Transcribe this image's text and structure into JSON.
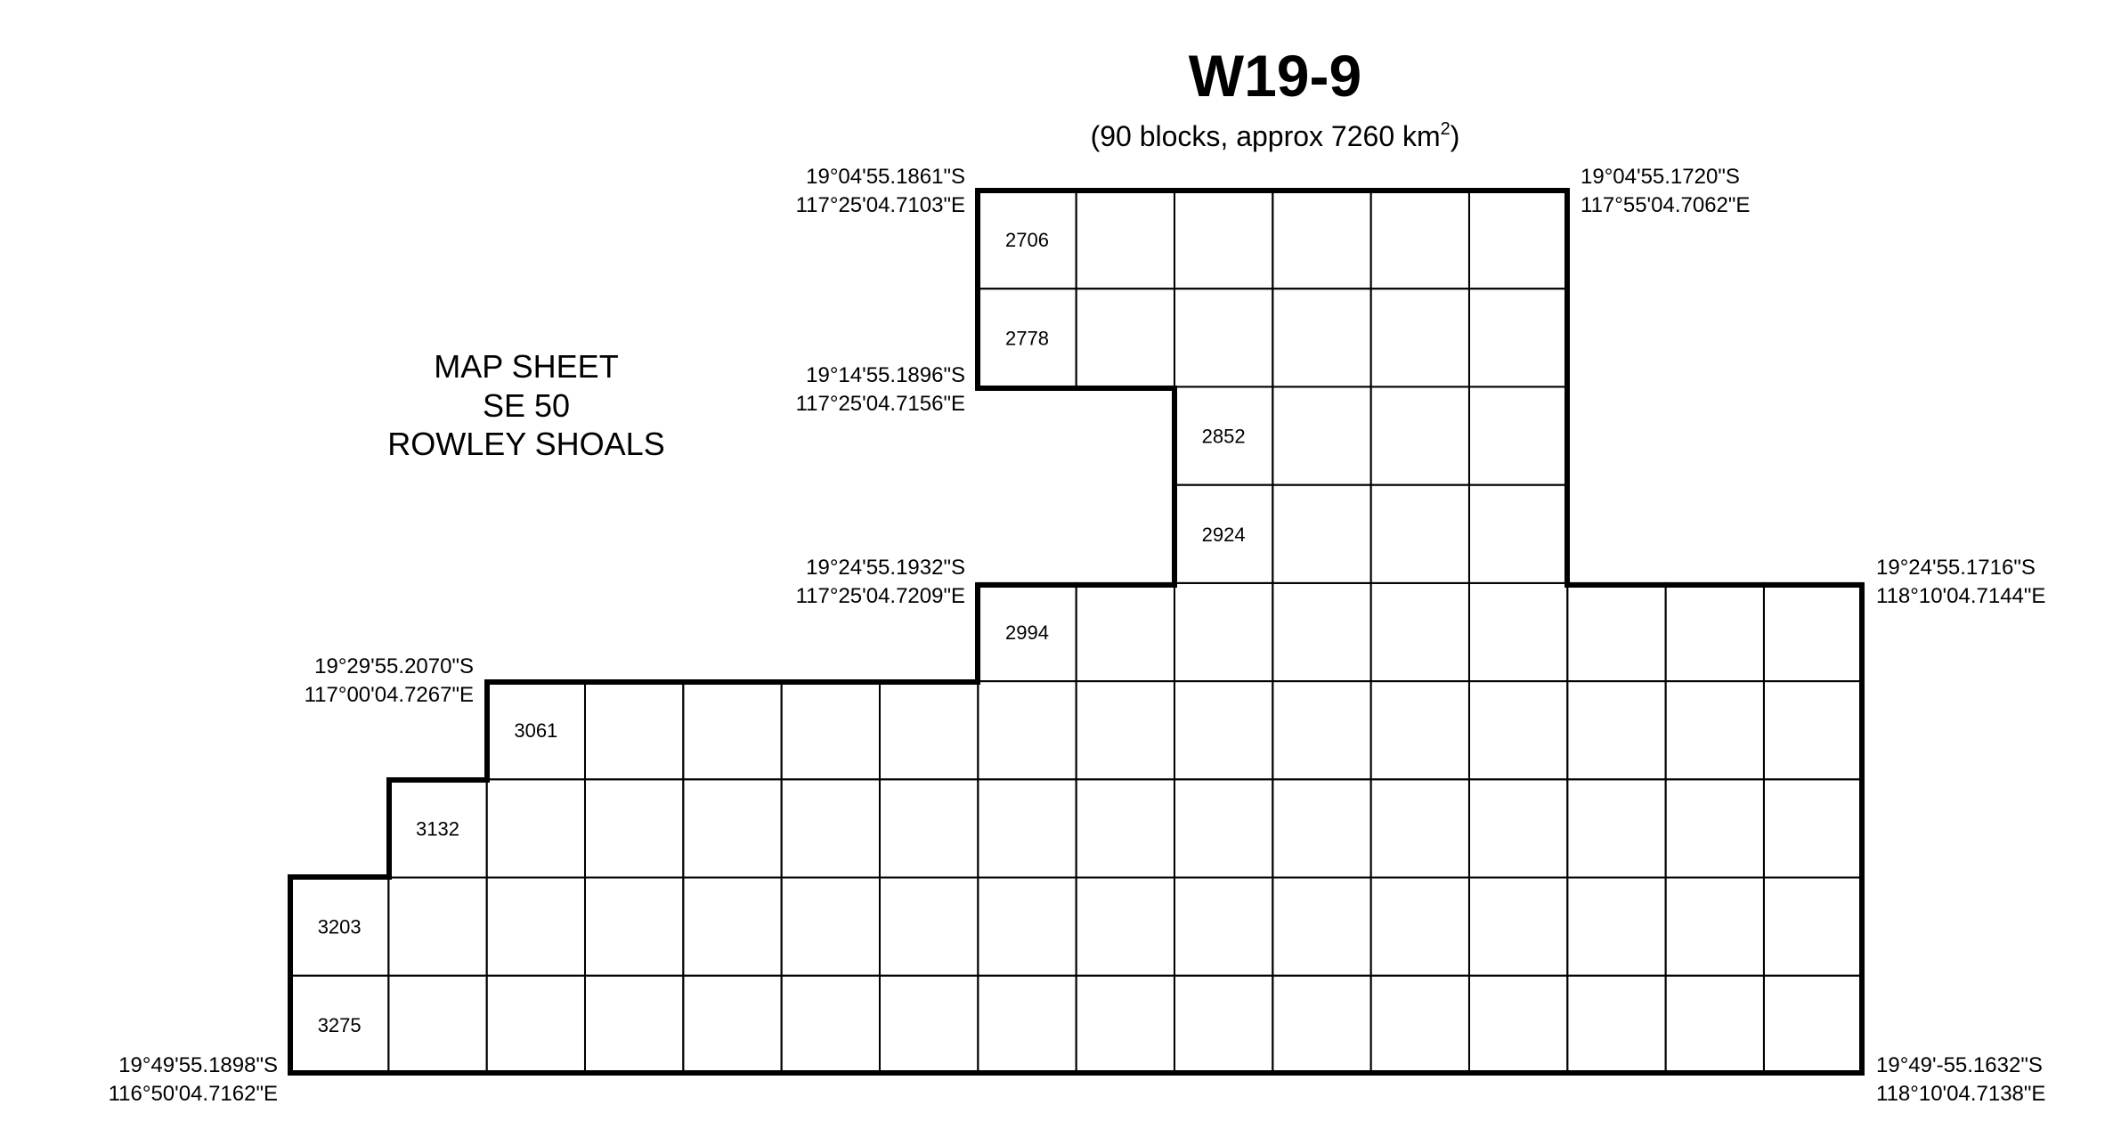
{
  "title": "W19-9",
  "subtitle": {
    "text": "(90 blocks, approx 7260 km",
    "superscript": "2",
    "suffix": ")"
  },
  "map_sheet": {
    "line1": "MAP SHEET",
    "line2": "SE 50",
    "line3": "ROWLEY SHOALS"
  },
  "corners": [
    {
      "id": "nw-top",
      "lat": "19°04'55.1861\"S",
      "lon": "117°25'04.7103\"E"
    },
    {
      "id": "ne-top",
      "lat": "19°04'55.1720\"S",
      "lon": "117°55'04.7062\"E"
    },
    {
      "id": "step-1",
      "lat": "19°14'55.1896\"S",
      "lon": "117°25'04.7156\"E"
    },
    {
      "id": "step-2",
      "lat": "19°24'55.1932\"S",
      "lon": "117°25'04.7209\"E"
    },
    {
      "id": "east-mid",
      "lat": "19°24'55.1716\"S",
      "lon": "118°10'04.7144\"E"
    },
    {
      "id": "step-3",
      "lat": "19°29'55.2070\"S",
      "lon": "117°00'04.7267\"E"
    },
    {
      "id": "sw-bottom",
      "lat": "19°49'55.1898\"S",
      "lon": "116°50'04.7162\"E"
    },
    {
      "id": "se-bottom",
      "lat": "19°49'-55.1632\"S",
      "lon": "118°10'04.7138\"E"
    }
  ],
  "block_labels": [
    "2706",
    "2778",
    "2852",
    "2924",
    "2994",
    "3061",
    "3132",
    "3203",
    "3275"
  ],
  "grid": {
    "rows": [
      {
        "from_col": 7,
        "to_col": 12
      },
      {
        "from_col": 7,
        "to_col": 12
      },
      {
        "from_col": 9,
        "to_col": 12
      },
      {
        "from_col": 9,
        "to_col": 12
      },
      {
        "from_col": 7,
        "to_col": 15
      },
      {
        "from_col": 2,
        "to_col": 15
      },
      {
        "from_col": 1,
        "to_col": 15
      },
      {
        "from_col": 0,
        "to_col": 15
      },
      {
        "from_col": 0,
        "to_col": 15
      }
    ],
    "labelled_cells": [
      {
        "row": 0,
        "col": 7,
        "label": "2706"
      },
      {
        "row": 1,
        "col": 7,
        "label": "2778"
      },
      {
        "row": 2,
        "col": 9,
        "label": "2852"
      },
      {
        "row": 3,
        "col": 9,
        "label": "2924"
      },
      {
        "row": 4,
        "col": 7,
        "label": "2994"
      },
      {
        "row": 5,
        "col": 2,
        "label": "3061"
      },
      {
        "row": 6,
        "col": 1,
        "label": "3132"
      },
      {
        "row": 7,
        "col": 0,
        "label": "3203"
      },
      {
        "row": 8,
        "col": 0,
        "label": "3275"
      }
    ]
  }
}
